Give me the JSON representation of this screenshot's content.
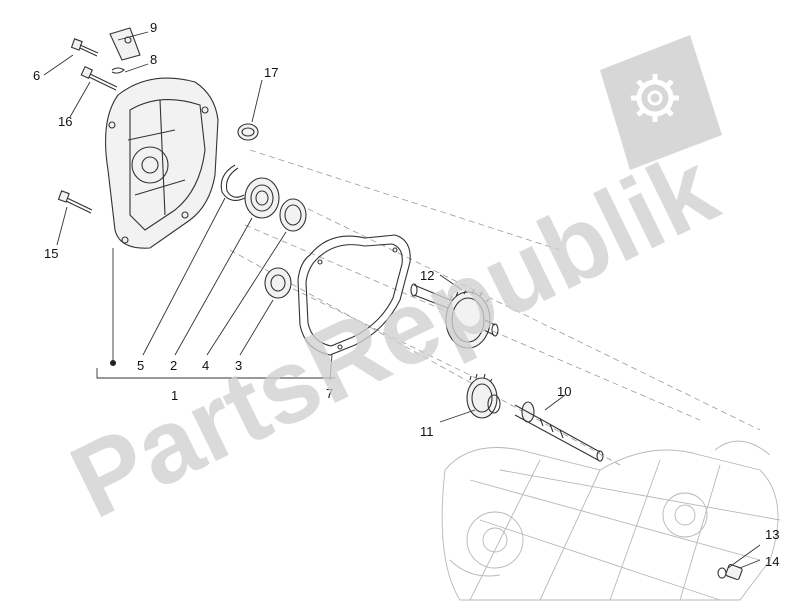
{
  "callouts": {
    "c1": "1",
    "c2": "2",
    "c3": "3",
    "c4": "4",
    "c5": "5",
    "c6": "6",
    "c7": "7",
    "c8": "8",
    "c9": "9",
    "c10": "10",
    "c11": "11",
    "c12": "12",
    "c13": "13",
    "c14": "14",
    "c15": "15",
    "c16": "16",
    "c17": "17"
  },
  "watermark": {
    "text": "PartsRepublik",
    "color": "#d0d0d0",
    "icon": "gear-flag-logo"
  },
  "colors": {
    "line": "#333333",
    "background": "#ffffff",
    "faint": "#b8b8b8"
  }
}
